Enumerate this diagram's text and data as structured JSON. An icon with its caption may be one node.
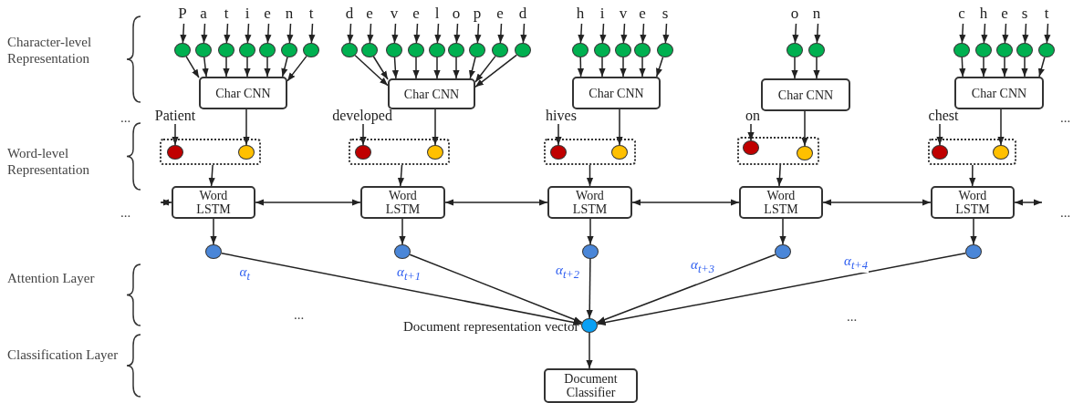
{
  "diagram": {
    "nodes": [
      {
        "text": [
          "P"
        ]
      },
      {
        "text": [
          "a"
        ]
      },
      {
        "text": [
          "t"
        ]
      },
      {
        "text": [
          "i"
        ]
      },
      {
        "text": [
          "e"
        ]
      },
      {
        "text": [
          "n"
        ]
      },
      {
        "text": [
          "t"
        ]
      },
      {
        "text": [
          "d"
        ]
      },
      {
        "text": [
          "e"
        ]
      },
      {
        "text": [
          "v"
        ]
      },
      {
        "text": [
          "e"
        ]
      },
      {
        "text": [
          "l"
        ]
      },
      {
        "text": [
          "o"
        ]
      },
      {
        "text": [
          "p"
        ]
      },
      {
        "text": [
          "e"
        ]
      },
      {
        "text": [
          "d"
        ]
      },
      {
        "text": [
          "h"
        ]
      },
      {
        "text": [
          "i"
        ]
      },
      {
        "text": [
          "v"
        ]
      },
      {
        "text": [
          "e"
        ]
      },
      {
        "text": [
          "s"
        ]
      },
      {
        "text": [
          "o"
        ]
      },
      {
        "text": [
          "n"
        ]
      },
      {
        "text": [
          "c"
        ]
      },
      {
        "text": [
          "h"
        ]
      },
      {
        "text": [
          "e"
        ]
      },
      {
        "text": [
          "s"
        ]
      },
      {
        "text": [
          "t"
        ]
      },
      {
        "text": [],
        "shape": "circle"
      },
      {
        "text": [],
        "shape": "circle"
      },
      {
        "text": [],
        "shape": "circle"
      },
      {
        "text": [],
        "shape": "circle"
      },
      {
        "text": [],
        "shape": "circle"
      },
      {
        "text": [],
        "shape": "circle"
      },
      {
        "text": [],
        "shape": "circle"
      },
      {
        "text": [],
        "shape": "circle"
      },
      {
        "text": [],
        "shape": "circle"
      },
      {
        "text": [],
        "shape": "circle"
      },
      {
        "text": [],
        "shape": "circle"
      },
      {
        "text": [],
        "shape": "circle"
      },
      {
        "text": [],
        "shape": "circle"
      },
      {
        "text": [],
        "shape": "circle"
      },
      {
        "text": [],
        "shape": "circle"
      },
      {
        "text": [],
        "shape": "circle"
      },
      {
        "text": [],
        "shape": "circle"
      },
      {
        "text": [],
        "shape": "circle"
      },
      {
        "text": [],
        "shape": "circle"
      },
      {
        "text": [],
        "shape": "circle"
      },
      {
        "text": [],
        "shape": "circle"
      },
      {
        "text": [],
        "shape": "circle"
      },
      {
        "text": [],
        "shape": "circle"
      },
      {
        "text": [],
        "shape": "circle"
      },
      {
        "text": [],
        "shape": "circle"
      },
      {
        "text": [],
        "shape": "circle"
      },
      {
        "text": [],
        "shape": "circle"
      },
      {
        "text": [],
        "shape": "circle"
      },
      {
        "text": [
          "Char CNN"
        ]
      },
      {
        "text": [
          "Char CNN"
        ]
      },
      {
        "text": [
          "Char CNN"
        ]
      },
      {
        "text": [
          "Char CNN"
        ]
      },
      {
        "text": [
          "Char CNN"
        ]
      },
      {
        "text": [
          "Patient"
        ]
      },
      {
        "text": [
          "developed"
        ]
      },
      {
        "text": [
          "hives"
        ]
      },
      {
        "text": [
          "on"
        ]
      },
      {
        "text": [
          "chest"
        ]
      },
      {
        "text": [],
        "shape": "box"
      },
      {
        "text": [],
        "shape": "circle",
        "in": 66
      },
      {
        "text": [],
        "shape": "circle",
        "in": 66
      },
      {
        "text": [],
        "shape": "box"
      },
      {
        "text": [],
        "shape": "circle",
        "in": 69
      },
      {
        "text": [],
        "shape": "circle",
        "in": 69
      },
      {
        "text": [],
        "shape": "box"
      },
      {
        "text": [],
        "shape": "circle",
        "in": 72
      },
      {
        "text": [],
        "shape": "circle",
        "in": 72
      },
      {
        "text": [],
        "shape": "box"
      },
      {
        "text": [],
        "shape": "circle",
        "in": 75
      },
      {
        "text": [],
        "shape": "circle",
        "in": 75
      },
      {
        "text": [],
        "shape": "box"
      },
      {
        "text": [],
        "shape": "circle",
        "in": 78
      },
      {
        "text": [],
        "shape": "circle",
        "in": 78
      },
      {
        "text": [
          "Word LSTM"
        ]
      },
      {
        "text": [
          "Word LSTM"
        ]
      },
      {
        "text": [
          "Word LSTM"
        ]
      },
      {
        "text": [
          "Word LSTM"
        ]
      },
      {
        "text": [
          "Word LSTM"
        ]
      },
      {
        "text": [],
        "shape": "circle"
      },
      {
        "text": [],
        "shape": "circle"
      },
      {
        "text": [],
        "shape": "circle"
      },
      {
        "text": [],
        "shape": "circle"
      },
      {
        "text": [],
        "shape": "circle"
      },
      {
        "text": [],
        "shape": "circle",
        "beside": [
          "Document representation vector"
        ]
      },
      {
        "text": [
          "Document Classifier"
        ]
      }
    ],
    "edges": [
      {
        "from": 0,
        "to": 28,
        "arrow": "to"
      },
      {
        "from": 1,
        "to": 29,
        "arrow": "to"
      },
      {
        "from": 2,
        "to": 30,
        "arrow": "to"
      },
      {
        "from": 3,
        "to": 31,
        "arrow": "to"
      },
      {
        "from": 4,
        "to": 32,
        "arrow": "to"
      },
      {
        "from": 5,
        "to": 33,
        "arrow": "to"
      },
      {
        "from": 6,
        "to": 34,
        "arrow": "to"
      },
      {
        "from": 7,
        "to": 35,
        "arrow": "to"
      },
      {
        "from": 8,
        "to": 36,
        "arrow": "to"
      },
      {
        "from": 9,
        "to": 37,
        "arrow": "to"
      },
      {
        "from": 10,
        "to": 38,
        "arrow": "to"
      },
      {
        "from": 11,
        "to": 39,
        "arrow": "to"
      },
      {
        "from": 12,
        "to": 40,
        "arrow": "to"
      },
      {
        "from": 13,
        "to": 41,
        "arrow": "to"
      },
      {
        "from": 14,
        "to": 42,
        "arrow": "to"
      },
      {
        "from": 15,
        "to": 43,
        "arrow": "to"
      },
      {
        "from": 16,
        "to": 44,
        "arrow": "to"
      },
      {
        "from": 17,
        "to": 45,
        "arrow": "to"
      },
      {
        "from": 18,
        "to": 46,
        "arrow": "to"
      },
      {
        "from": 19,
        "to": 47,
        "arrow": "to"
      },
      {
        "from": 20,
        "to": 48,
        "arrow": "to"
      },
      {
        "from": 21,
        "to": 49,
        "arrow": "to"
      },
      {
        "from": 22,
        "to": 50,
        "arrow": "to"
      },
      {
        "from": 23,
        "to": 51,
        "arrow": "to"
      },
      {
        "from": 24,
        "to": 52,
        "arrow": "to"
      },
      {
        "from": 25,
        "to": 53,
        "arrow": "to"
      },
      {
        "from": 26,
        "to": 54,
        "arrow": "to"
      },
      {
        "from": 27,
        "to": 55,
        "arrow": "to"
      },
      {
        "from": 28,
        "to": 56,
        "arrow": "to"
      },
      {
        "from": 29,
        "to": 56,
        "arrow": "to"
      },
      {
        "from": 30,
        "to": 56,
        "arrow": "to"
      },
      {
        "from": 31,
        "to": 56,
        "arrow": "to"
      },
      {
        "from": 32,
        "to": 56,
        "arrow": "to"
      },
      {
        "from": 33,
        "to": 56,
        "arrow": "to"
      },
      {
        "from": 34,
        "to": 56,
        "arrow": "to"
      },
      {
        "from": 35,
        "to": 57,
        "arrow": "to"
      },
      {
        "from": 36,
        "to": 57,
        "arrow": "to"
      },
      {
        "from": 37,
        "to": 57,
        "arrow": "to"
      },
      {
        "from": 38,
        "to": 57,
        "arrow": "to"
      },
      {
        "from": 39,
        "to": 57,
        "arrow": "to"
      },
      {
        "from": 40,
        "to": 57,
        "arrow": "to"
      },
      {
        "from": 41,
        "to": 57,
        "arrow": "to"
      },
      {
        "from": 42,
        "to": 57,
        "arrow": "to"
      },
      {
        "from": 43,
        "to": 57,
        "arrow": "to"
      },
      {
        "from": 44,
        "to": 58,
        "arrow": "to"
      },
      {
        "from": 45,
        "to": 58,
        "arrow": "to"
      },
      {
        "from": 46,
        "to": 58,
        "arrow": "to"
      },
      {
        "from": 47,
        "to": 58,
        "arrow": "to"
      },
      {
        "from": 48,
        "to": 58,
        "arrow": "to"
      },
      {
        "from": 49,
        "to": 59,
        "arrow": "to"
      },
      {
        "from": 50,
        "to": 59,
        "arrow": "to"
      },
      {
        "from": 51,
        "to": 60,
        "arrow": "to"
      },
      {
        "from": 52,
        "to": 60,
        "arrow": "to"
      },
      {
        "from": 53,
        "to": 60,
        "arrow": "to"
      },
      {
        "from": 54,
        "to": 60,
        "arrow": "to"
      },
      {
        "from": 55,
        "to": 60,
        "arrow": "to"
      },
      {
        "from": 56,
        "to": 68,
        "arrow": "to"
      },
      {
        "from": 57,
        "to": 71,
        "arrow": "to"
      },
      {
        "from": 58,
        "to": 74,
        "arrow": "to"
      },
      {
        "from": 59,
        "to": 77,
        "arrow": "to"
      },
      {
        "from": 60,
        "to": 80,
        "arrow": "to"
      },
      {
        "from": 61,
        "to": 67,
        "arrow": "to"
      },
      {
        "from": 62,
        "to": 70,
        "arrow": "to"
      },
      {
        "from": 63,
        "to": 73,
        "arrow": "to"
      },
      {
        "from": 64,
        "to": 76,
        "arrow": "to"
      },
      {
        "from": 65,
        "to": 79,
        "arrow": "to"
      },
      {
        "from": 66,
        "to": 81,
        "arrow": "to"
      },
      {
        "from": 69,
        "to": 82,
        "arrow": "to"
      },
      {
        "from": 72,
        "to": 83,
        "arrow": "to"
      },
      {
        "from": 75,
        "to": 84,
        "arrow": "to"
      },
      {
        "from": 78,
        "to": 85,
        "arrow": "to"
      },
      {
        "from": null,
        "to": 81,
        "arrow": "both"
      },
      {
        "from": 81,
        "to": 82,
        "arrow": "both"
      },
      {
        "from": 82,
        "to": 83,
        "arrow": "both"
      },
      {
        "from": 83,
        "to": 84,
        "arrow": "both"
      },
      {
        "from": 84,
        "to": 85,
        "arrow": "both"
      },
      {
        "from": 85,
        "to": null,
        "arrow": "both"
      },
      {
        "from": 81,
        "to": 86,
        "arrow": "to"
      },
      {
        "from": 82,
        "to": 87,
        "arrow": "to"
      },
      {
        "from": 83,
        "to": 88,
        "arrow": "to"
      },
      {
        "from": 84,
        "to": 89,
        "arrow": "to"
      },
      {
        "from": 85,
        "to": 90,
        "arrow": "to"
      },
      {
        "from": 86,
        "to": 91,
        "arrow": "to",
        "label": "α$_{t}$"
      },
      {
        "from": 87,
        "to": 91,
        "arrow": "to",
        "label": "α$_{t+1}$"
      },
      {
        "from": 88,
        "to": 91,
        "arrow": "to",
        "label": "α$_{t+2}$"
      },
      {
        "from": 89,
        "to": 91,
        "arrow": "to",
        "label": "α$_{t+3}$"
      },
      {
        "from": 90,
        "to": 91,
        "arrow": "to",
        "label": "α$_{t+4}$"
      },
      {
        "from": 91,
        "to": 92,
        "arrow": "to"
      }
    ],
    "labels": [
      "Character-level Representation",
      "...",
      "...",
      "Word-level Representation",
      "...",
      "...",
      "Attention Layer",
      "...",
      "...",
      "Classification Layer"
    ]
  }
}
